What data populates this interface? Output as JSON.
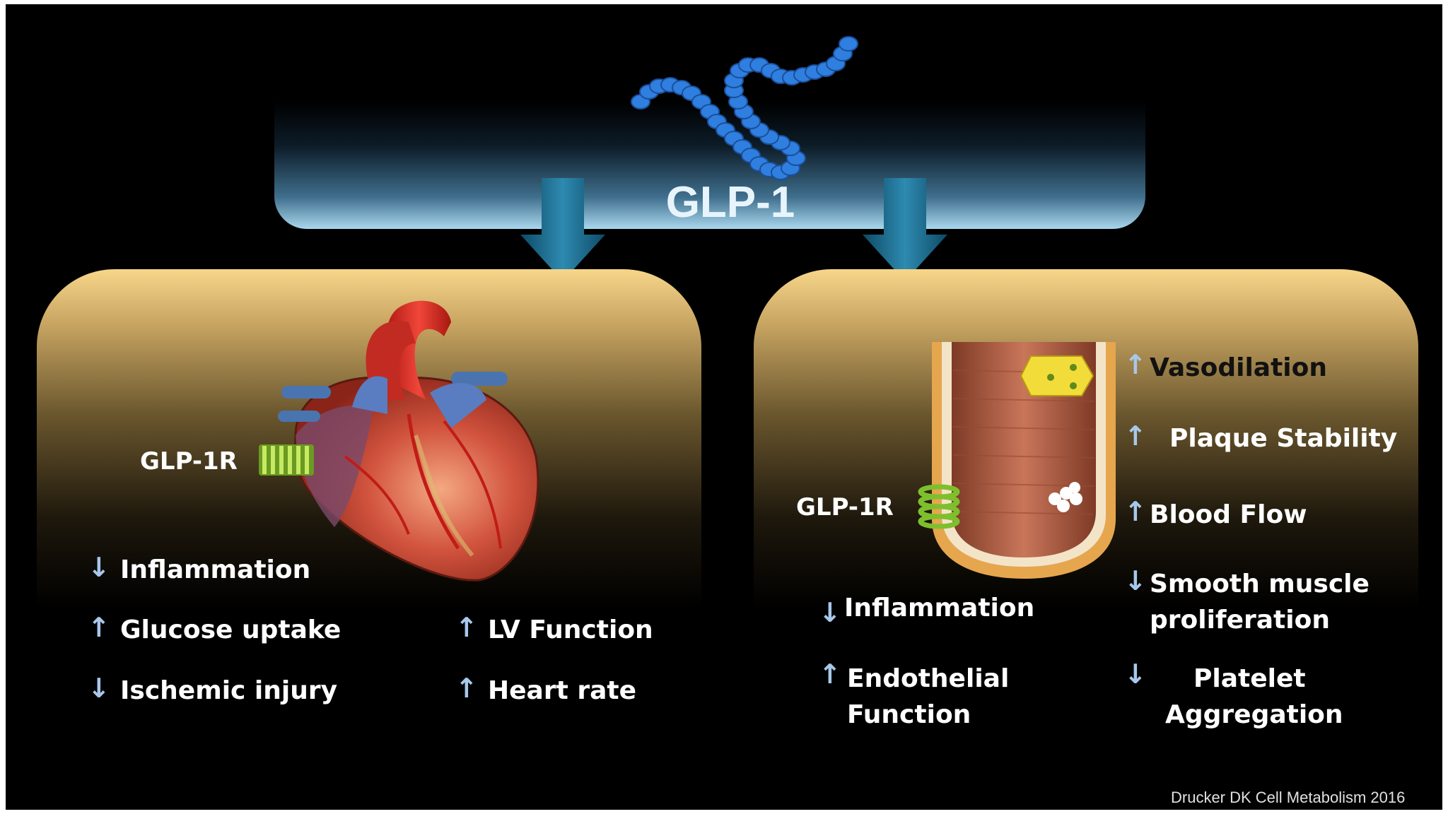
{
  "title": "GLP-1",
  "left_panel": {
    "receptor_label": "GLP-1R",
    "effects_col1": [
      {
        "direction": "down",
        "arrow": "↓",
        "text": "Inflammation"
      },
      {
        "direction": "up",
        "arrow": "↑",
        "text": "Glucose uptake"
      },
      {
        "direction": "down",
        "arrow": "↓",
        "text": "Ischemic injury"
      }
    ],
    "effects_col2": [
      {
        "direction": "up",
        "arrow": "↑",
        "text": "LV Function"
      },
      {
        "direction": "up",
        "arrow": "↑",
        "text": "Heart rate"
      }
    ]
  },
  "right_panel": {
    "receptor_label": "GLP-1R",
    "effects_right": [
      {
        "direction": "up",
        "arrow": "↑",
        "text": "Vasodilation"
      },
      {
        "direction": "up",
        "arrow": "↑",
        "text": "Plaque Stability"
      },
      {
        "direction": "up",
        "arrow": "↑",
        "text": "Blood Flow"
      },
      {
        "direction": "down",
        "arrow": "↓",
        "lines": [
          "Smooth muscle",
          "proliferation"
        ]
      },
      {
        "direction": "down",
        "arrow": "↓",
        "lines": [
          "Platelet",
          "Aggregation"
        ]
      }
    ],
    "effects_bottom": [
      {
        "direction": "down",
        "arrow": "↓",
        "text": "Inflammation"
      },
      {
        "direction": "up",
        "arrow": "↑",
        "lines": [
          "Endothelial",
          "Function"
        ]
      }
    ]
  },
  "citation": "Drucker DK Cell Metabolism 2016",
  "colors": {
    "background": "#000000",
    "peptide_bead": "#2f7fe0",
    "band_glow": "#a9d7ee",
    "panel_top": "#f7d68a",
    "arrow_teal": "#1f6f8f",
    "receptor_green": "#7ebf2e",
    "up_down_arrow": "#a8c8ea"
  }
}
